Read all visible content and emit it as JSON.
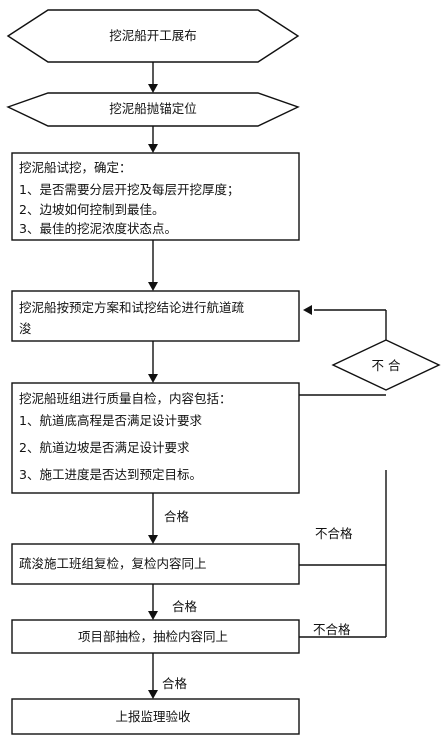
{
  "steps": {
    "s1": "挖泥船开工展布",
    "s2": "挖泥船抛锚定位",
    "s3": {
      "title": "挖泥船试挖，确定：",
      "items": [
        "1、是否需要分层开挖及每层开挖厚度；",
        "2、边坡如何控制到最佳。",
        "3、最佳的挖泥浓度状态点。"
      ]
    },
    "s4": {
      "line1": "挖泥船按预定方案和试挖结论进行航道疏",
      "line2": "浚"
    },
    "s5": {
      "title": "挖泥船班组进行质量自检，内容包括：",
      "items": [
        "1、航道底高程是否满足设计要求",
        "2、航道边坡是否满足设计要求",
        "3、施工进度是否达到预定目标。"
      ]
    },
    "s6": "疏浚施工班组复检，复检内容同上",
    "s7": "项目部抽检，抽检内容同上",
    "s8": "上报监理验收"
  },
  "decision": "不 合",
  "labels": {
    "pass1": "合格",
    "pass2": "合格",
    "pass3": "合格",
    "fail1": "不合格",
    "fail2": "不合格"
  }
}
